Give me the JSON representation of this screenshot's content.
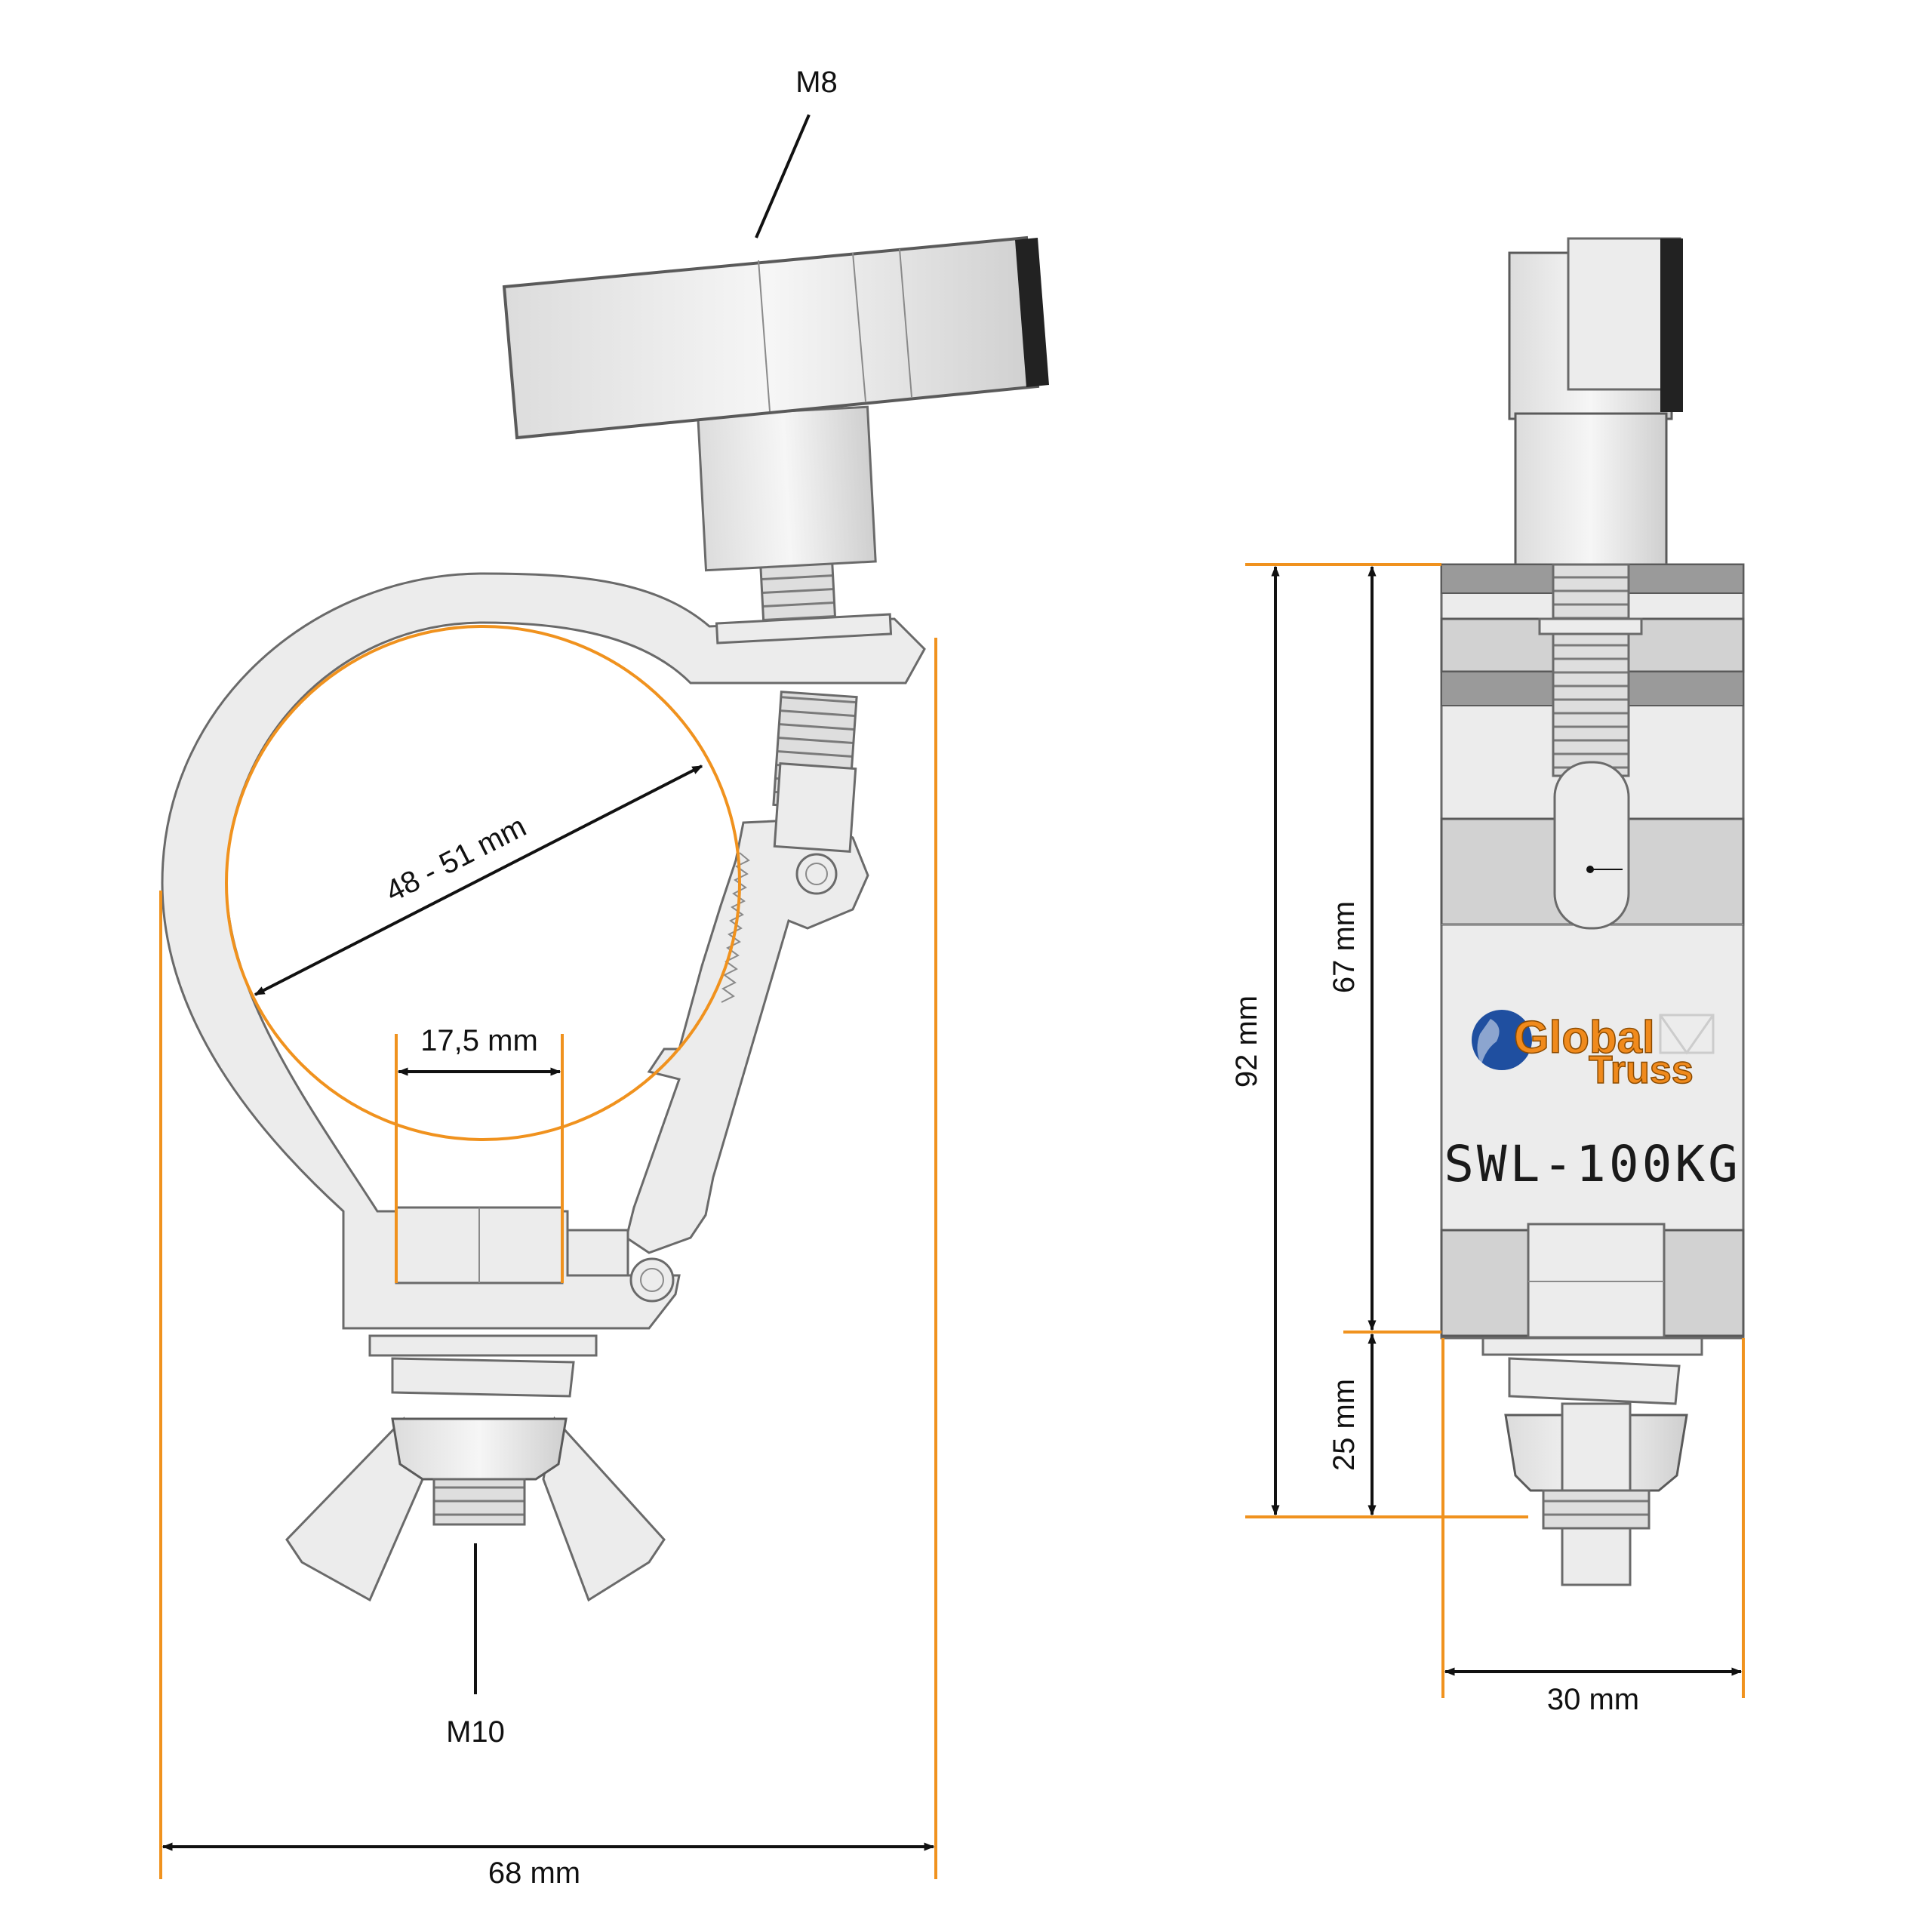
{
  "labels": {
    "thumb_screw_thread": "M8",
    "wing_nut_thread": "M10"
  },
  "dimensions": {
    "tube_diameter": "48 - 51 mm",
    "throat_width": "17,5 mm",
    "overall_width": "68 mm",
    "overall_height": "92 mm",
    "body_height": "67 mm",
    "bolt_projection": "25 mm",
    "body_thickness": "30 mm"
  },
  "branding": {
    "logo_line1": "Global",
    "logo_line2": "Truss",
    "load_marking": "SWL-100KG"
  },
  "colors": {
    "dimension_extension": "#f0921e",
    "logo_orange": "#f08a1c",
    "logo_globe": "#1f4fa0",
    "part_fill": "#ececec"
  }
}
